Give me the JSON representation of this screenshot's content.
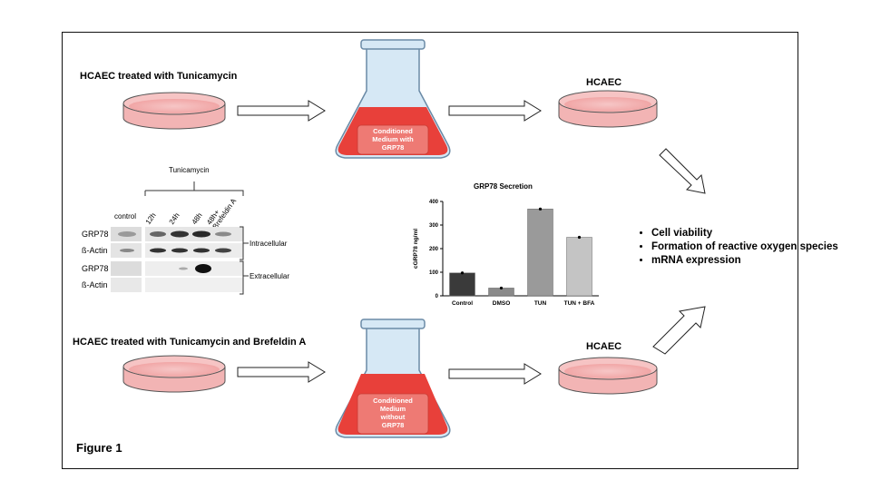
{
  "labels": {
    "top_treatment": "HCAEC treated with Tunicamycin",
    "bottom_treatment": "HCAEC treated with Tunicamycin and Brefeldin A",
    "target_top": "HCAEC",
    "target_bottom": "HCAEC",
    "figure": "Figure 1"
  },
  "flasks": {
    "top": [
      "Conditioned",
      "Medium with",
      "GRP78"
    ],
    "bottom": [
      "Conditioned",
      "Medium",
      "without",
      "GRP78"
    ]
  },
  "western_blot": {
    "treatment_header": "Tunicamycin",
    "lanes": [
      "control",
      "12h",
      "24h",
      "48h",
      "48h+ Brefeldin A"
    ],
    "rows": [
      "GRP78",
      "ß-Actin",
      "GRP78",
      "ß-Actin"
    ],
    "compartments": [
      "Intracellular",
      "Extracellular"
    ]
  },
  "outcomes": [
    "Cell viability",
    "Formation of reactive oxygen species",
    "mRNA expression"
  ],
  "colors": {
    "medium": "#e8403a",
    "dish_fill": "#f4b6b6",
    "flask_glass": "#cfe3f2"
  },
  "chart_data": {
    "type": "bar",
    "title": "GRP78 Secretion",
    "ylabel": "cGRP78 ng/ml",
    "xlabel": "",
    "categories": [
      "Control",
      "DMSO",
      "TUN",
      "TUN + BFA"
    ],
    "values": [
      97,
      33,
      368,
      248
    ],
    "colors": [
      "#3a3a3a",
      "#8a8a8a",
      "#9a9a9a",
      "#c4c4c4"
    ],
    "ylim": [
      0,
      400
    ],
    "yticks": [
      0,
      100,
      200,
      300,
      400
    ]
  }
}
